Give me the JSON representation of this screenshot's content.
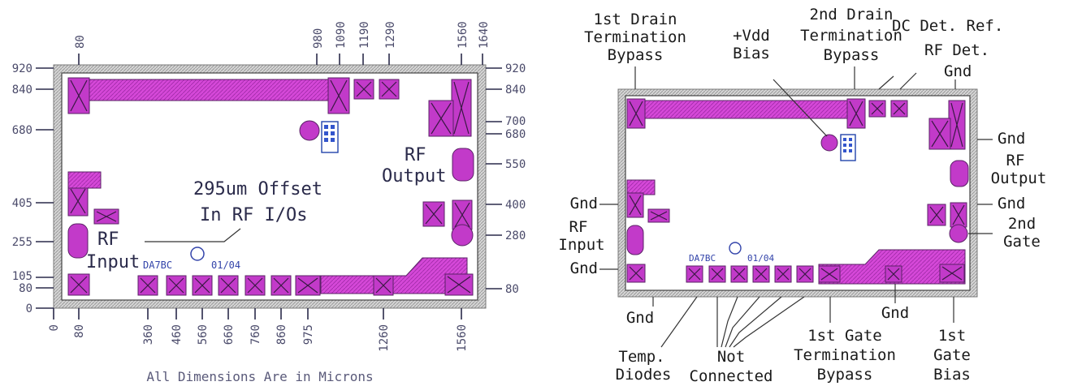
{
  "left_panel": {
    "top_dims": [
      "80",
      "980",
      "1090",
      "1190",
      "1290",
      "1560",
      "1640"
    ],
    "bottom_dims": [
      "0",
      "80",
      "360",
      "460",
      "560",
      "660",
      "760",
      "860",
      "975",
      "1260",
      "1560"
    ],
    "left_dims": [
      "920",
      "840",
      "680",
      "405",
      "255",
      "105",
      "80",
      "0"
    ],
    "right_dims": [
      "920",
      "840",
      "700",
      "680",
      "550",
      "400",
      "280",
      "80"
    ],
    "offset_note_line1": "295um Offset",
    "offset_note_line2": "In RF I/Os",
    "rf_output_line1": "RF",
    "rf_output_line2": "Output",
    "rf_input_line1": "RF",
    "rf_input_line2": "Input",
    "chip_id": "DA7BC",
    "chip_rev": "01/04",
    "footer": "All Dimensions Are in Microns"
  },
  "right_panel": {
    "first_drain": [
      "1st Drain",
      "Termination",
      "Bypass"
    ],
    "vdd": [
      "+Vdd",
      "Bias"
    ],
    "second_drain": [
      "2nd Drain",
      "Termination",
      "Bypass"
    ],
    "dc_det_ref": "DC Det. Ref.",
    "rf_det": "RF Det.",
    "gnd": "Gnd",
    "rf_output": [
      "RF",
      "Output"
    ],
    "second_gate": [
      "2nd",
      "Gate"
    ],
    "rf_input": [
      "RF",
      "Input"
    ],
    "temp_diodes": [
      "Temp.",
      "Diodes"
    ],
    "not_connected": [
      "Not",
      "Connected"
    ],
    "first_gate_term": [
      "1st Gate",
      "Termination",
      "Bypass"
    ],
    "first_gate_bias": [
      "1st",
      "Gate",
      "Bias"
    ],
    "chip_id": "DA7BC",
    "chip_rev": "01/04"
  },
  "colors": {
    "pad": "#c23ac9",
    "frame": "#9a9a9a",
    "metal_outline": "#333333"
  }
}
